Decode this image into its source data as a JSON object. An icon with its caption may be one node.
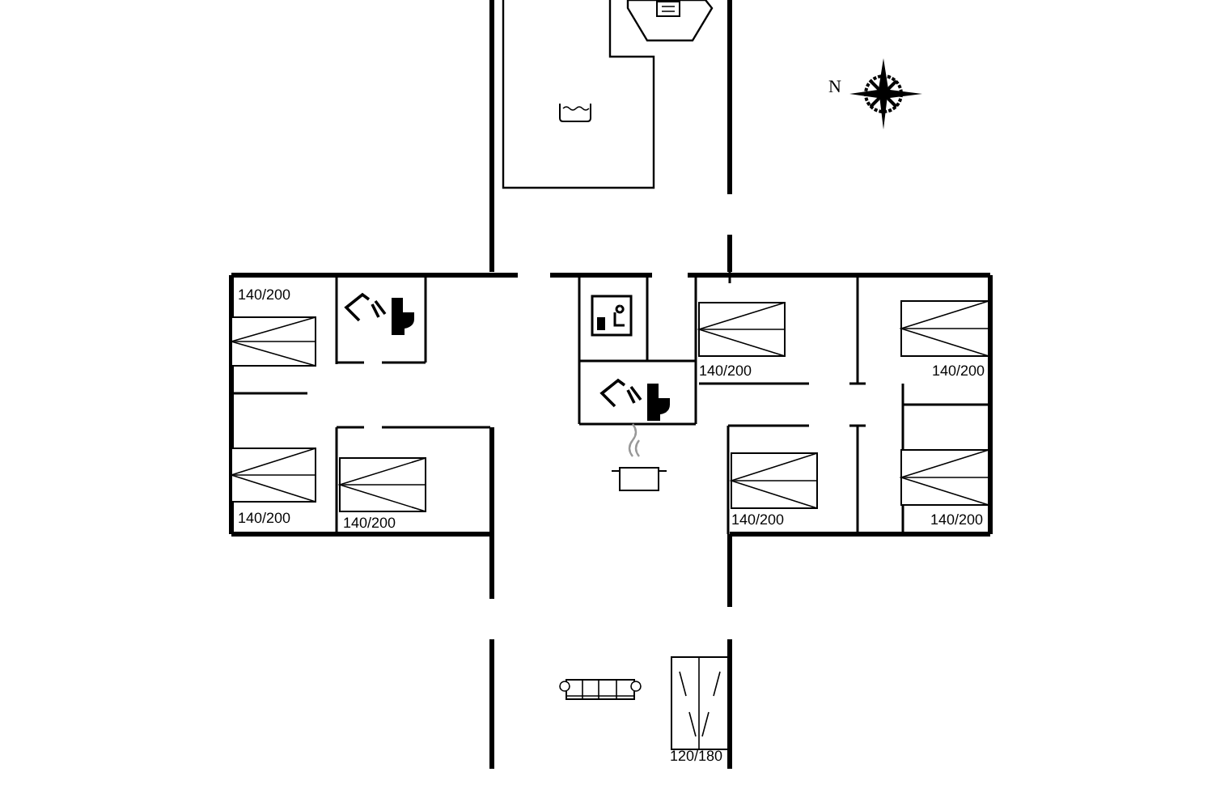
{
  "diagram": {
    "labels": [
      "N",
      "140/200",
      "140/200",
      "140/200",
      "140/200",
      "140/200",
      "140/200",
      "140/200",
      "120/180"
    ]
  }
}
